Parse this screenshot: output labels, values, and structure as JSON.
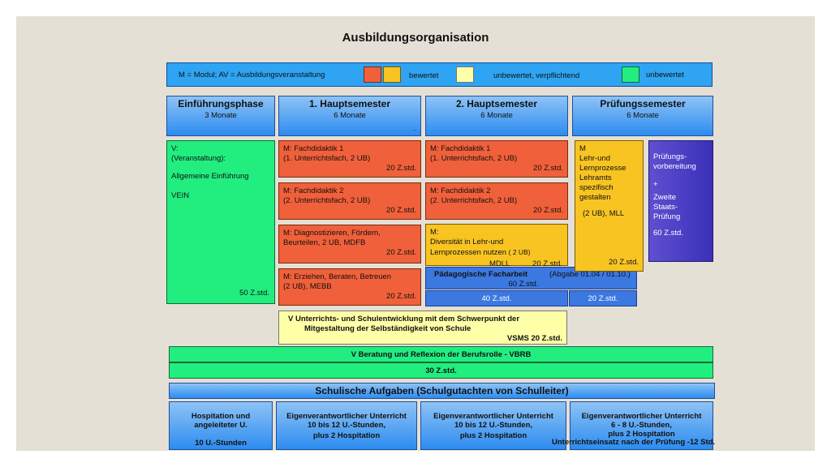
{
  "title": "Ausbildungsorganisation",
  "legend": {
    "definition": "M = Modul; AV = Ausbildungsveranstaltung",
    "rated": "bewertet",
    "unrated_mandatory": "unbewertet, verpflichtend",
    "unrated": "unbewertet",
    "colors": {
      "rated_a": "#f0603a",
      "rated_b": "#f8c422",
      "mandatory": "#ffffa8",
      "unrated": "#22ee80"
    }
  },
  "phases": [
    {
      "title": "Einführungsphase",
      "duration": "3 Monate"
    },
    {
      "title": "1. Hauptsemester",
      "duration": "6 Monate",
      "note": "."
    },
    {
      "title": "2. Hauptsemester",
      "duration": "6 Monate"
    },
    {
      "title": "Prüfungssemester",
      "duration": "6 Monate"
    }
  ],
  "intro": {
    "line1": "V:",
    "line2": "(Veranstaltung):",
    "line3": "Allgemeine Einführung",
    "line4": "VEIN",
    "hours": "50 Z.std."
  },
  "sem1": [
    {
      "line1": "M: Fachdidaktik 1",
      "line2": "(1. Unterrichtsfach, 2 UB)",
      "hours": "20 Z.std."
    },
    {
      "line1": "M: Fachdidaktik 2",
      "line2": "(2. Unterrichtsfach, 2 UB)",
      "hours": "20 Z.std."
    },
    {
      "line1": "M: Diagnostizieren, Fördern,",
      "line2": "Beurteilen, 2 UB, MDFB",
      "hours": "20 Z.std."
    },
    {
      "line1": "M: Erziehen, Beraten, Betreuen",
      "line2": "(2 UB), MEBB",
      "hours": "20 Z.std."
    }
  ],
  "sem2": [
    {
      "line1": "M: Fachdidaktik 1",
      "line2": "(1. Unterrichtsfach, 2 UB)",
      "hours": "20 Z.std."
    },
    {
      "line1": "M: Fachdidaktik 2",
      "line2": "(2. Unterrichtsfach, 2 UB)",
      "hours": "20 Z.std."
    }
  ],
  "diversity": {
    "line1": "M:",
    "line2": "Diversität in Lehr-und",
    "line3": "Lernprozessen nutzen",
    "line3b": "( 2 UB)",
    "code": "MDLL",
    "hours": "20 Z.std."
  },
  "facharbeit": {
    "title": "Pädagogische Facharbeit",
    "deadline": "(Abgabe 01.04 / 01.10.)",
    "hours": "60 Z.std.",
    "split_a": "40 Z.std.",
    "split_b": "20 Z.std."
  },
  "mll": {
    "line1": "M",
    "line2": "Lehr-und",
    "line3": "Lernprozesse",
    "line4": "Lehramts",
    "line5": "spezifisch",
    "line6": "gestalten",
    "line7": "(2 UB), MLL",
    "hours": "20 Z.std."
  },
  "exam": {
    "line1": "Prüfungs-",
    "line2": "vorbereitung",
    "line3": "+",
    "line4": "Zweite",
    "line5": "Staats-",
    "line6": "Prüfung",
    "hours": "60 Z.std."
  },
  "vsms": {
    "line1": "V Unterrichts- und Schulentwicklung mit dem Schwerpunkt der",
    "line2": "Mitgestaltung der Selbständigkeit von Schule",
    "hours": "VSMS  20 Z.std."
  },
  "vbrb": {
    "title": "V Beratung und Reflexion der Berufsrolle  - VBRB",
    "hours": "30 Z.std."
  },
  "school": {
    "title": "Schulische Aufgaben (Schulgutachten von Schulleiter)",
    "boxes": [
      {
        "line1": "Hospitation und",
        "line2": "angeleiteter U.",
        "line3": "10 U.-Stunden"
      },
      {
        "line1": "Eigenverantwortlicher Unterricht",
        "line2": "10 bis 12 U.-Stunden,",
        "line3": "plus 2 Hospitation"
      },
      {
        "line1": "Eigenverantwortlicher Unterricht",
        "line2": "10 bis 12 U.-Stunden,",
        "line3": "plus 2 Hospitation"
      },
      {
        "line1": "Eigenverantwortlicher Unterricht",
        "line2": "6 - 8 U.-Stunden,",
        "line3": "plus 2 Hospitation",
        "line4": "Unterrichtseinsatz nach der Prüfung -12 Std."
      }
    ]
  }
}
